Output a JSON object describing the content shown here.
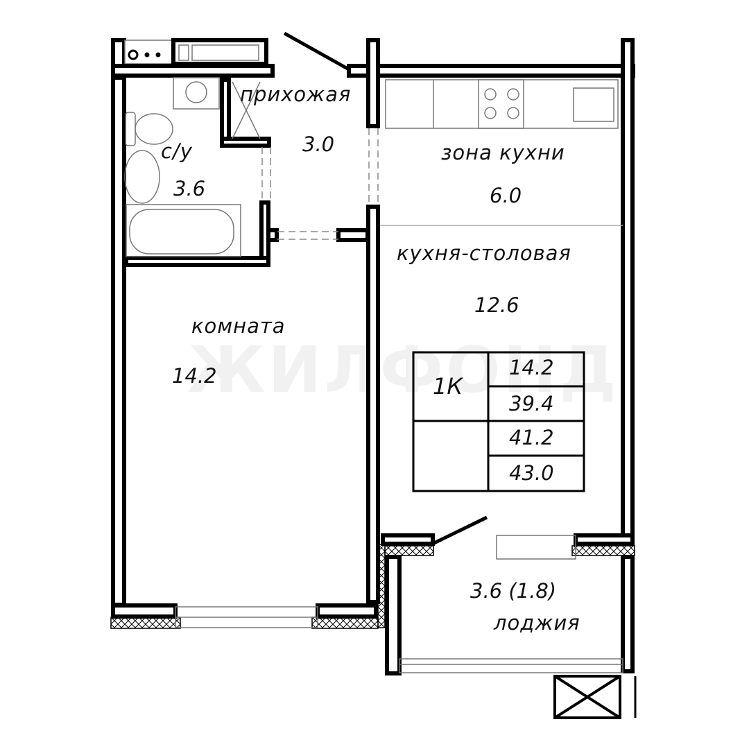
{
  "rooms": {
    "hallway": {
      "name": "прихожая",
      "area": "3.0"
    },
    "bathroom": {
      "name": "с/у",
      "area": "3.6"
    },
    "kitchen_zone": {
      "name": "зона кухни",
      "area": "6.0"
    },
    "kitchen_dining": {
      "name": "кухня-столовая",
      "area": "12.6"
    },
    "room": {
      "name": "комната",
      "area": "14.2"
    },
    "loggia": {
      "name": "лоджия",
      "area": "3.6 (1.8)"
    }
  },
  "summary": {
    "type": "1К",
    "living_area": "14.2",
    "total_area": "39.4",
    "area_with_loggia_half": "41.2",
    "area_with_loggia": "43.0"
  },
  "watermark": "ЖИЛФОНД"
}
